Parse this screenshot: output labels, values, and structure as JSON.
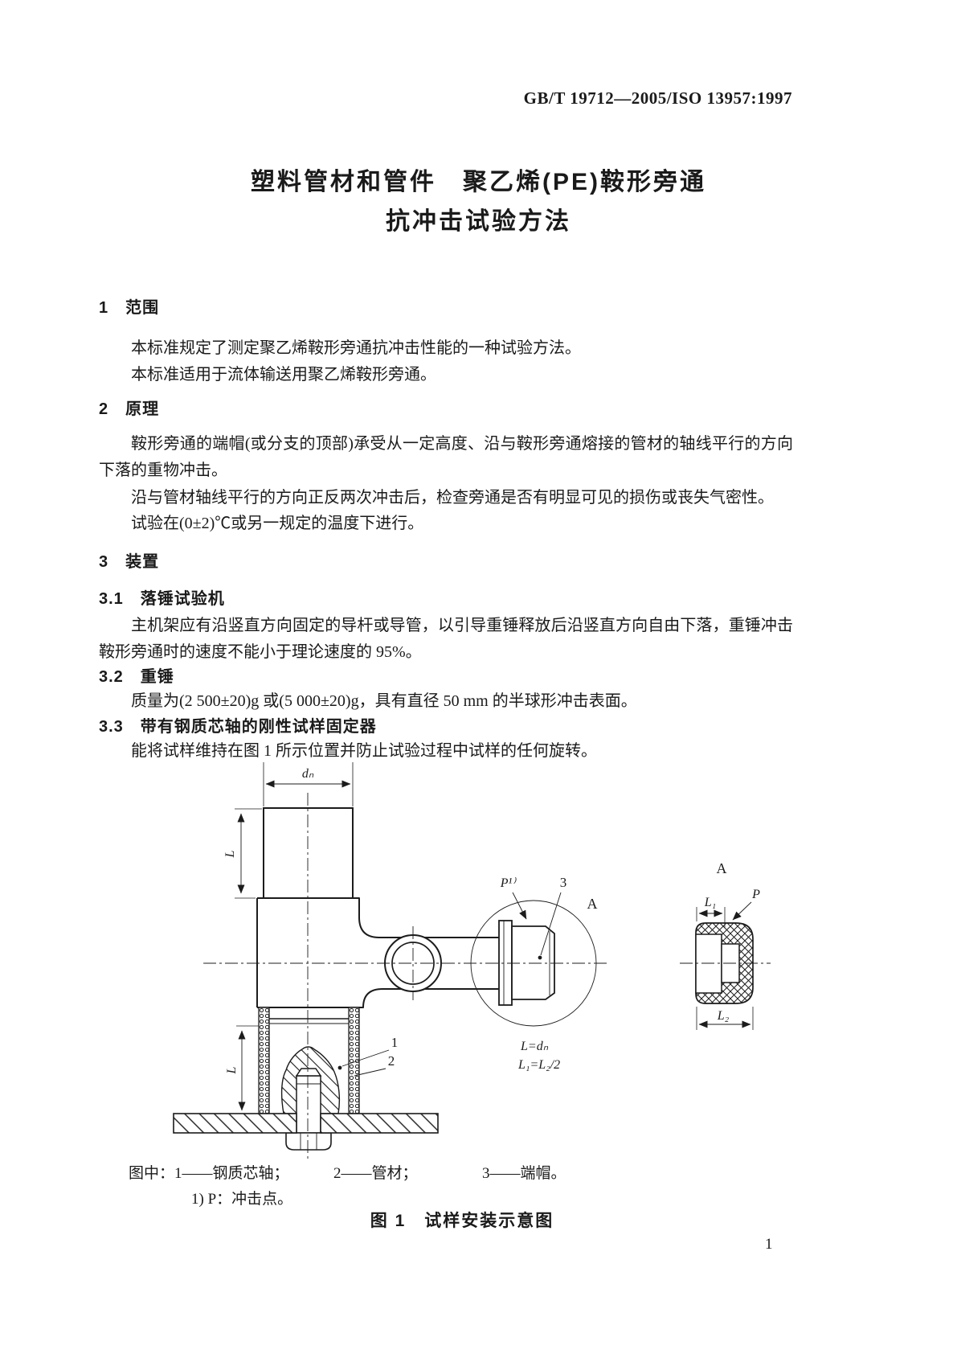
{
  "doc": {
    "standard_number": "GB/T 19712—2005/ISO 13957:1997",
    "title_line1": "塑料管材和管件　聚乙烯(PE)鞍形旁通",
    "title_line2": "抗冲击试验方法",
    "page_number": "1"
  },
  "sections": {
    "s1": {
      "heading": "1　范围",
      "p1": "本标准规定了测定聚乙烯鞍形旁通抗冲击性能的一种试验方法。",
      "p2": "本标准适用于流体输送用聚乙烯鞍形旁通。"
    },
    "s2": {
      "heading": "2　原理",
      "p1": "鞍形旁通的端帽(或分支的顶部)承受从一定高度、沿与鞍形旁通熔接的管材的轴线平行的方向下落的重物冲击。",
      "p2": "沿与管材轴线平行的方向正反两次冲击后，检查旁通是否有明显可见的损伤或丧失气密性。",
      "p3": "试验在(0±2)℃或另一规定的温度下进行。"
    },
    "s3": {
      "heading": "3　装置",
      "s31": {
        "heading": "3.1　落锤试验机",
        "p1": "主机架应有沿竖直方向固定的导杆或导管，以引导重锤释放后沿竖直方向自由下落，重锤冲击鞍形旁通时的速度不能小于理论速度的 95%。"
      },
      "s32": {
        "heading": "3.2　重锤",
        "p1": "质量为(2 500±20)g 或(5 000±20)g，具有直径 50 mm 的半球形冲击表面。"
      },
      "s33": {
        "heading": "3.3　带有钢质芯轴的刚性试样固定器",
        "p1": "能将试样维持在图 1 所示位置并防止试验过程中试样的任何旋转。"
      }
    }
  },
  "figure": {
    "labels": {
      "dn": "dₙ",
      "L_top": "L",
      "L_bottom": "L",
      "p_impact": "P¹⁾",
      "item3": "3",
      "detail_marker": "A",
      "item1": "1",
      "item2": "2",
      "formula1": "L=dₙ",
      "formula2": "L₁=L₂/2",
      "detail_title": "A",
      "L1": "L₁",
      "P": "P",
      "L2": "L₂"
    },
    "caption": {
      "legend_item1": "图中：1——钢质芯轴；",
      "legend_item2": "2——管材；",
      "legend_item3": "3——端帽。",
      "footnote": "1) P：冲击点。",
      "title": "图 1　试样安装示意图"
    }
  }
}
